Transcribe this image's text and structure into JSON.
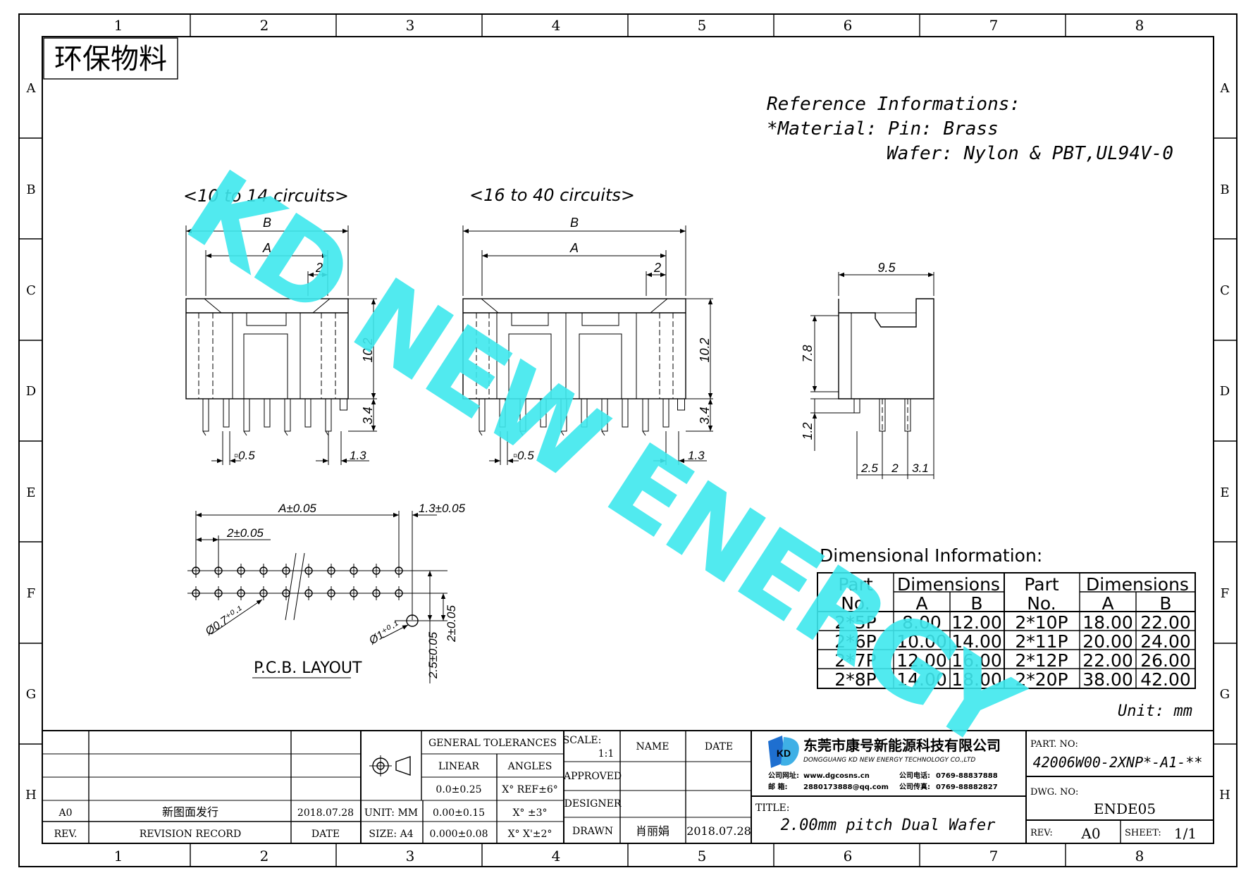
{
  "frame": {
    "col_numbers": [
      "1",
      "2",
      "3",
      "4",
      "5",
      "6",
      "7",
      "8"
    ],
    "row_letters": [
      "A",
      "B",
      "C",
      "D",
      "E",
      "F",
      "G",
      "H"
    ]
  },
  "eco_label": "环保物料",
  "watermark": "KD NEW ENERGY",
  "reference": {
    "line1": "Reference Informations:",
    "line2": "*Material: Pin: Brass",
    "line3": "Wafer: Nylon & PBT,UL94V-0"
  },
  "views": {
    "left_caption": "<10 to 14 circuits>",
    "right_caption": "<16 to 40 circuits>",
    "dim_B": "B",
    "dim_A": "A",
    "dim_2": "2",
    "dim_10_2": "10.2",
    "dim_3_4": "3.4",
    "dim_0_5": "▫0.5",
    "dim_1_3": "1.3",
    "side_9_5": "9.5",
    "side_7_8": "7.8",
    "side_1_2": "1.2",
    "side_2_5": "2.5",
    "side_2": "2",
    "side_3_1": "3.1"
  },
  "pcb": {
    "dim_A": "A±0.05",
    "dim_1_3": "1.3±0.05",
    "dim_2": "2±0.05",
    "hole_small": "Ø0.7⁺⁰·¹",
    "hole_large": "Ø1⁺⁰·¹",
    "dim_2_v": "2±0.05",
    "dim_2_5_v": "2.5±0.05",
    "caption": "P.C.B. LAYOUT"
  },
  "dim_table": {
    "title": "Dimensional Information:",
    "h_part": "Part",
    "h_no": "No.",
    "h_dims": "Dimensions",
    "h_a": "A",
    "h_b": "B",
    "rows": [
      {
        "p1": "2*5P",
        "a1": "8.00",
        "b1": "12.00",
        "p2": "2*10P",
        "a2": "18.00",
        "b2": "22.00"
      },
      {
        "p1": "2*6P",
        "a1": "10.00",
        "b1": "14.00",
        "p2": "2*11P",
        "a2": "20.00",
        "b2": "24.00"
      },
      {
        "p1": "2*7P",
        "a1": "12.00",
        "b1": "16.00",
        "p2": "2*12P",
        "a2": "22.00",
        "b2": "26.00"
      },
      {
        "p1": "2*8P",
        "a1": "14.00",
        "b1": "18.00",
        "p2": "2*20P",
        "a2": "38.00",
        "b2": "42.00"
      }
    ],
    "unit": "Unit: mm"
  },
  "title_block": {
    "rev_a0": "A0",
    "rev_desc": "新图面发行",
    "rev_date": "2018.07.28",
    "h_rev": "REV.",
    "h_record": "REVISION RECORD",
    "h_date": "DATE",
    "unit": "UNIT: MM",
    "size": "SIZE: A4",
    "gen_tol": "GENERAL TOLERANCES",
    "linear": "LINEAR",
    "angles": "ANGLES",
    "tol1": "0.0±0.25",
    "tol2": "0.00±0.15",
    "tol3": "0.000±0.08",
    "ang1": "X° REF±6°",
    "ang2": "X° ±3°",
    "ang3": "X° X'±2°",
    "scale_label": "SCALE:",
    "scale_val": "1:1",
    "approved": "APPROVED",
    "designer": "DESIGNER",
    "drawn": "DRAWN",
    "name_h": "NAME",
    "date_h": "DATE",
    "drawn_name": "肖丽娟",
    "drawn_date": "2018.07.28",
    "company_cn": "东莞市康号新能源科技有限公司",
    "company_en": "DONGGUANG KD NEW ENERGY TECHNOLOGY CO.,LTD",
    "web_label": "公司网址:",
    "web": "www.dgcosns.cn",
    "tel_label": "公司电话:",
    "tel": "0769-88837888",
    "mail_label": "邮  箱:",
    "mail": "2880173888@qq.com",
    "fax_label": "公司传真:",
    "fax": "0769-88882827",
    "logo_letters": "KD",
    "title_label": "TITLE:",
    "title": "2.00mm pitch Dual Wafer",
    "part_label": "PART. NO:",
    "part_no": "42006W00-2XNP*-A1-**",
    "dwg_label": "DWG. NO:",
    "dwg_no": "ENDE05",
    "rev_label": "REV:",
    "rev_val": "A0",
    "sheet_label": "SHEET:",
    "sheet_val": "1/1"
  }
}
